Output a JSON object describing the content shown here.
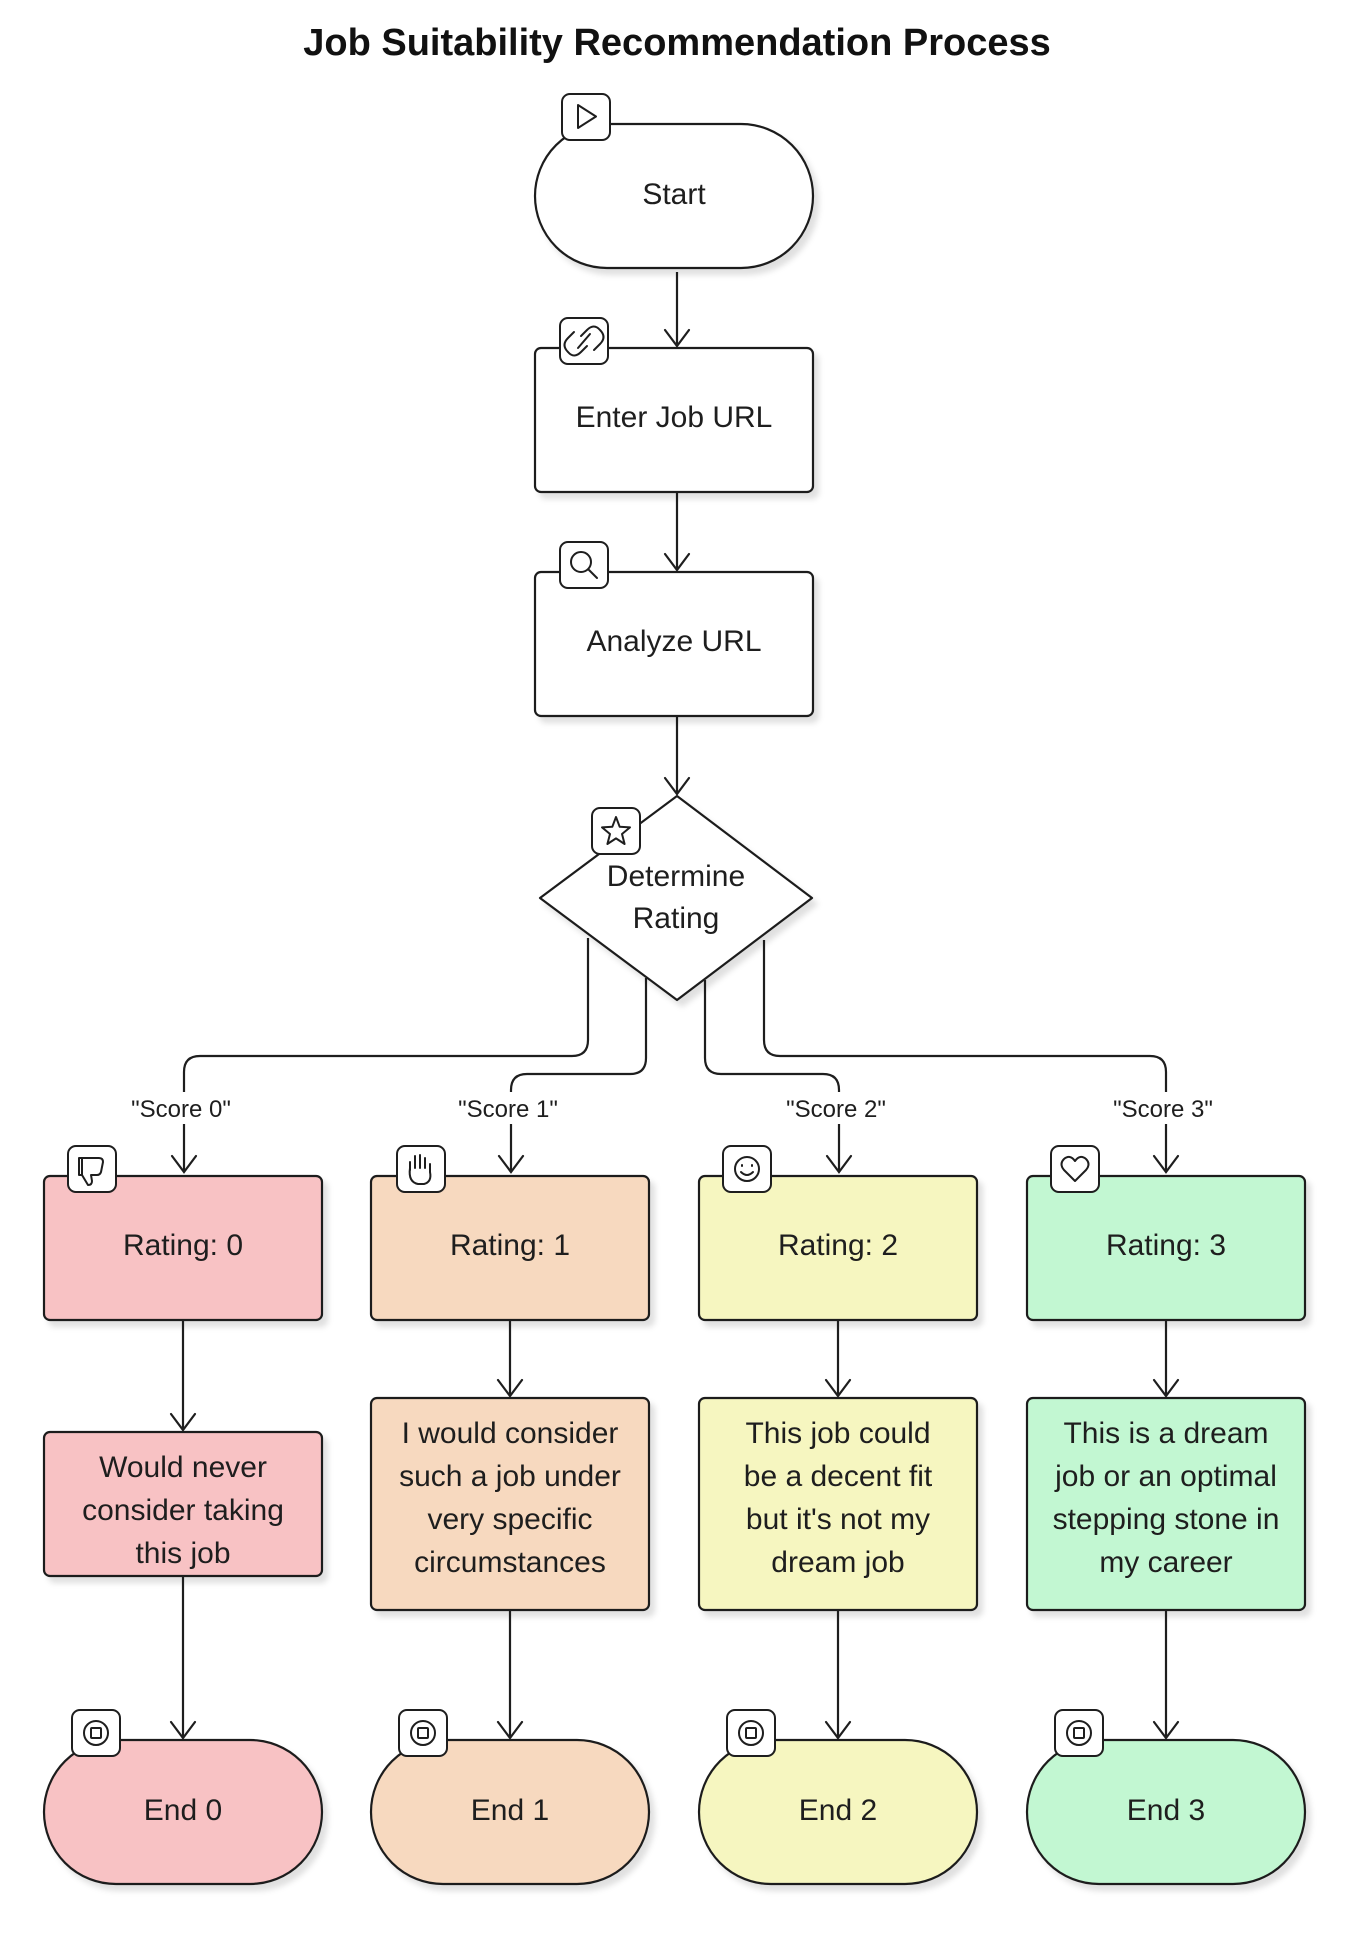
{
  "title": "Job Suitability Recommendation Process",
  "colors": {
    "stroke": "#1e1e1e",
    "neutral": "#ffffff",
    "score0": "#f8c2c4",
    "score1": "#f7d9bf",
    "score2": "#f6f6c0",
    "score3": "#c2f7d2"
  },
  "nodes": {
    "start": {
      "label": "Start",
      "icon": "play-icon"
    },
    "enter_url": {
      "label": "Enter Job URL",
      "icon": "link-icon"
    },
    "analyze_url": {
      "label": "Analyze URL",
      "icon": "search-icon"
    },
    "determine_rating": {
      "label": [
        "Determine",
        "Rating"
      ],
      "icon": "star-icon"
    }
  },
  "branches": [
    {
      "edge_label": "\"Score 0\"",
      "rating": "Rating: 0",
      "rating_icon": "thumbs-down-icon",
      "description": [
        "Would never",
        "consider taking",
        "this job"
      ],
      "end": "End 0",
      "end_icon": "stop-icon"
    },
    {
      "edge_label": "\"Score 1\"",
      "rating": "Rating: 1",
      "rating_icon": "hand-icon",
      "description": [
        "I would consider",
        "such a job under",
        "very specific",
        "circumstances"
      ],
      "end": "End 1",
      "end_icon": "stop-icon"
    },
    {
      "edge_label": "\"Score 2\"",
      "rating": "Rating: 2",
      "rating_icon": "smile-icon",
      "description": [
        "This job could",
        "be a decent fit",
        "but it's not my",
        "dream job"
      ],
      "end": "End 2",
      "end_icon": "stop-icon"
    },
    {
      "edge_label": "\"Score 3\"",
      "rating": "Rating: 3",
      "rating_icon": "heart-icon",
      "description": [
        "This is a dream",
        "job or an optimal",
        "stepping stone in",
        "my career"
      ],
      "end": "End 3",
      "end_icon": "stop-icon"
    }
  ]
}
